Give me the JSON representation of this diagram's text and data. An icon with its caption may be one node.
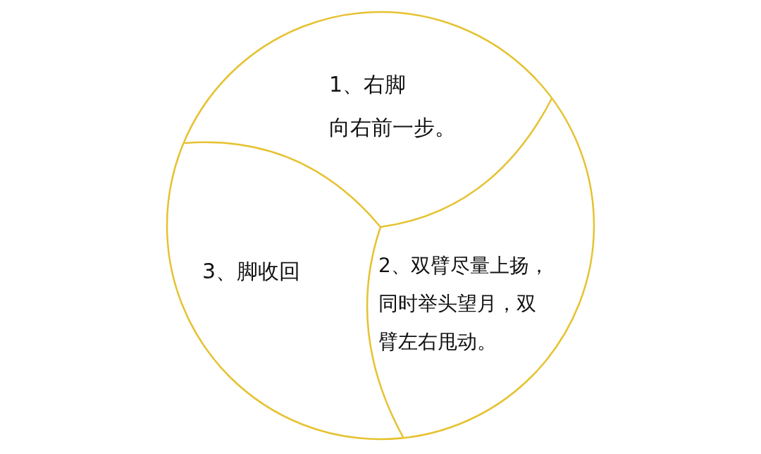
{
  "diagram": {
    "nodes": [
      {
        "text": [
          "1、右脚",
          "向右前一步。"
        ]
      },
      {
        "text": [
          "2、双臂尽量上扬，同时举头望月，双臂左右甩动。"
        ]
      },
      {
        "text": [
          "3、脚收回"
        ]
      }
    ]
  }
}
